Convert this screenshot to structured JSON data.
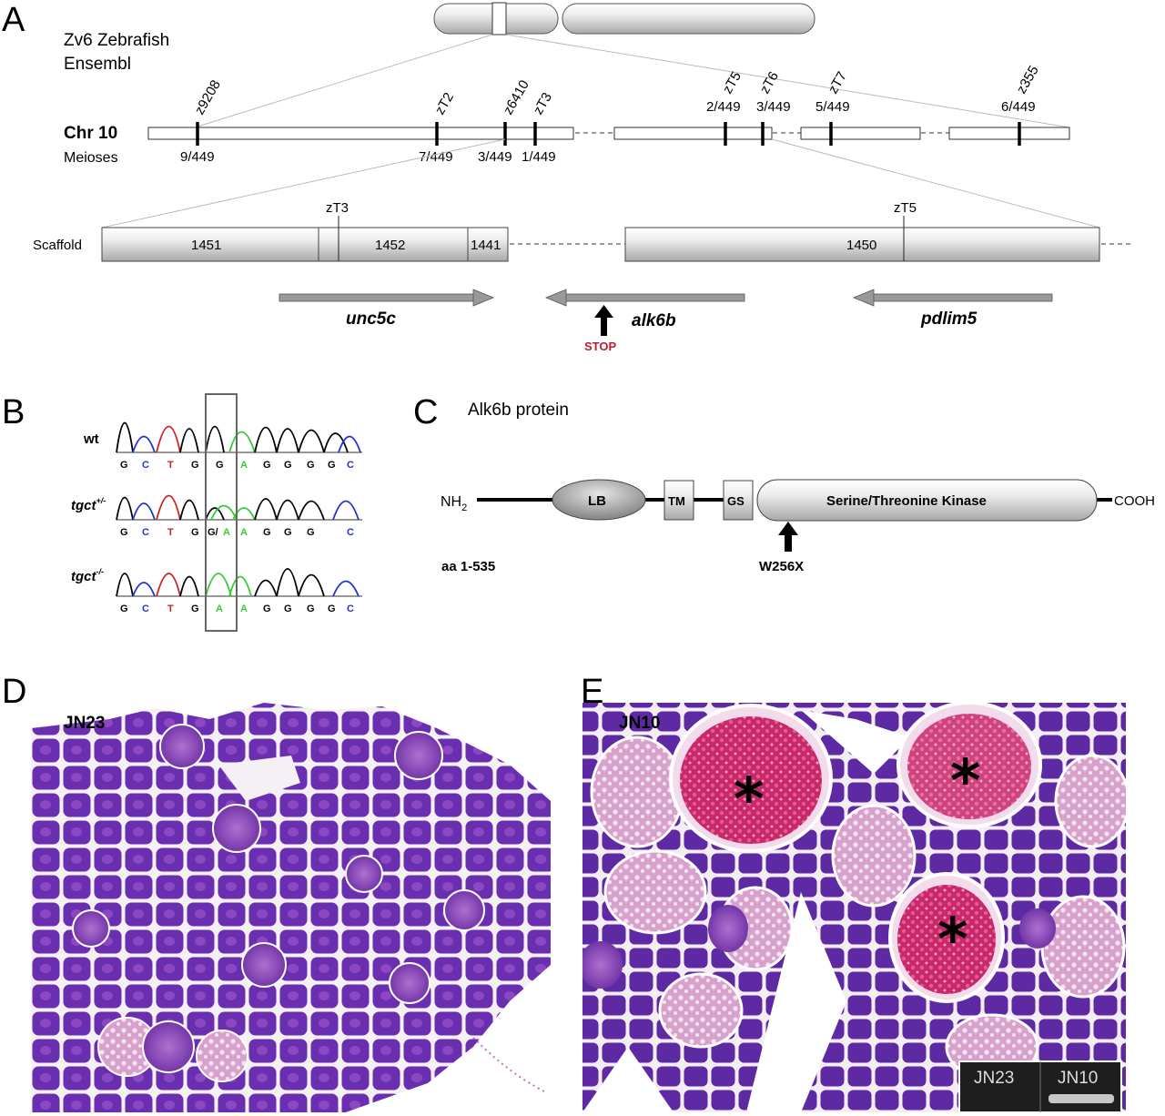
{
  "panels": {
    "a": "A",
    "b": "B",
    "c": "C",
    "d": "D",
    "e": "E"
  },
  "panel_a": {
    "source": [
      "Zv6 Zebrafish",
      "Ensembl"
    ],
    "chr_label": "Chr 10",
    "meioses_label": "Meioses",
    "markers": [
      {
        "name": "z9208",
        "count": "9/449",
        "count_pos": "below"
      },
      {
        "name": "zT2",
        "count": "7/449",
        "count_pos": "below"
      },
      {
        "name": "z6410",
        "count": "3/449",
        "count_pos": "below"
      },
      {
        "name": "zT3",
        "count": "1/449",
        "count_pos": "below"
      },
      {
        "name": "zT5",
        "count": "2/449",
        "count_pos": "above"
      },
      {
        "name": "zT6",
        "count": "3/449",
        "count_pos": "above"
      },
      {
        "name": "zT7",
        "count": "5/449",
        "count_pos": "above"
      },
      {
        "name": "z355",
        "count": "6/449",
        "count_pos": "above"
      }
    ],
    "scaffold_label": "Scaffold",
    "scaffold_marker_left": "zT3",
    "scaffold_marker_right": "zT5",
    "scaffolds": [
      "1451",
      "1452",
      "1441",
      "1450"
    ],
    "genes": [
      {
        "name": "unc5c",
        "direction": "right"
      },
      {
        "name": "alk6b",
        "direction": "left"
      },
      {
        "name": "pdlim5",
        "direction": "left"
      }
    ],
    "stop_label": "STOP"
  },
  "panel_b": {
    "rows": [
      {
        "label": "wt",
        "sup": "",
        "bases": [
          "G",
          "C",
          "T",
          "G",
          "G",
          "A",
          "G",
          "G",
          "G",
          "G",
          "C"
        ]
      },
      {
        "label": "tgct",
        "sup": "+/-",
        "bases": [
          "G",
          "C",
          "T",
          "G",
          "G/",
          "A",
          "A",
          "G",
          "G",
          "G",
          "C"
        ]
      },
      {
        "label": "tgct",
        "sup": "-/-",
        "bases": [
          "G",
          "C",
          "T",
          "G",
          "A",
          "A",
          "G",
          "G",
          "G",
          "G",
          "C"
        ]
      }
    ],
    "base_colors": {
      "G": "#000000",
      "C": "#2233cc",
      "T": "#cc2222",
      "A": "#33cc33"
    }
  },
  "panel_c": {
    "title": "Alk6b protein",
    "nterm": "NH",
    "nterm_sub": "2",
    "domains": [
      "LB",
      "TM",
      "GS",
      "Serine/Threonine Kinase"
    ],
    "cterm": "COOH",
    "aa_range": "aa 1-535",
    "mutation": "W256X"
  },
  "panel_d": {
    "label": "JN23"
  },
  "panel_e": {
    "label": "JN10",
    "gel_lanes": [
      "JN23",
      "JN10"
    ]
  },
  "colors": {
    "stop": "#b8202c",
    "tissue_purple": "#6a2fb0",
    "tissue_pink": "#d64c8c"
  }
}
